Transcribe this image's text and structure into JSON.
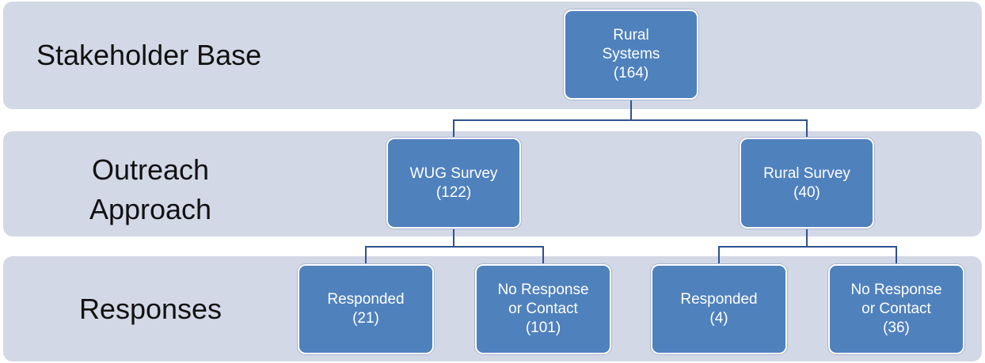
{
  "rows": {
    "stakeholder_label": "Stakeholder Base",
    "outreach_label": "Outreach\nApproach",
    "responses_label": "Responses"
  },
  "nodes": {
    "rural_systems": "Rural\nSystems\n(164)",
    "wug_survey": "WUG Survey\n(122)",
    "rural_survey": "Rural Survey\n(40)",
    "wug_responded": "Responded\n(21)",
    "wug_no_response": "No Response\nor Contact\n(101)",
    "rural_responded": "Responded\n(4)",
    "rural_no_response": "No Response\nor Contact\n(36)"
  },
  "colors": {
    "band": "#d3d8e6",
    "node_fill": "#4f81bd",
    "node_text": "#ffffff",
    "connector": "#2f528f"
  }
}
